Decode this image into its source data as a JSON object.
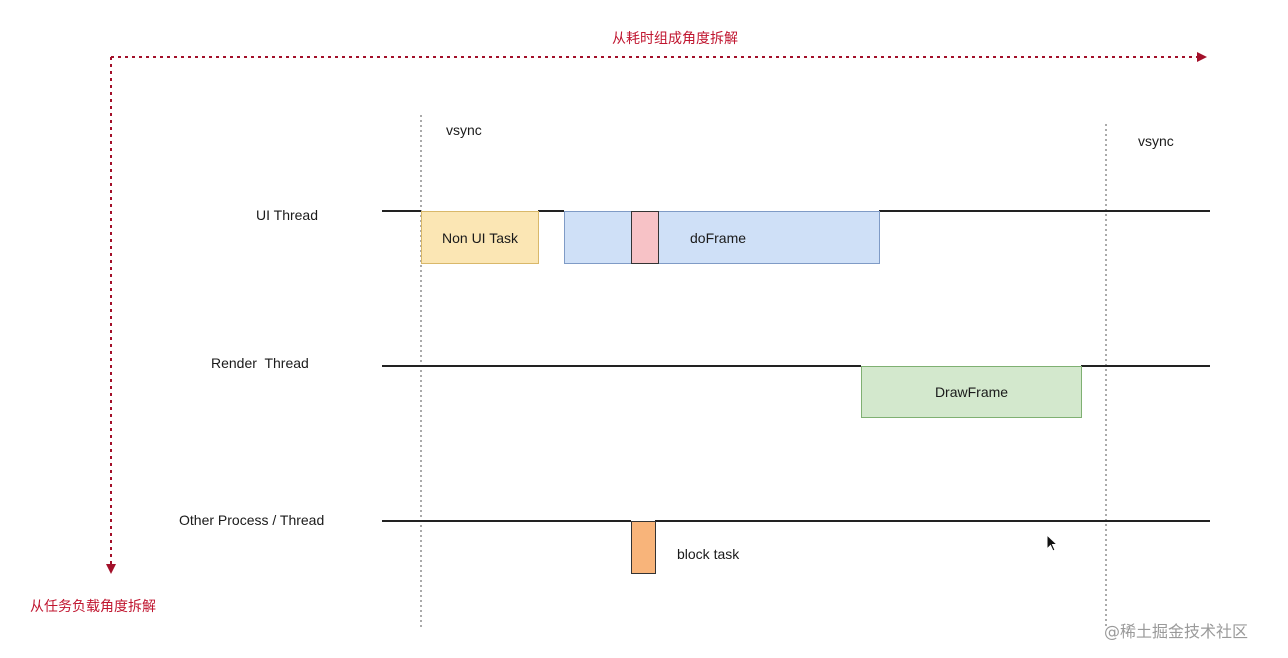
{
  "axes": {
    "time_label": "从耗时组成角度拆解",
    "task_label": "从任务负载角度拆解",
    "color": "#c0152f"
  },
  "vsync": {
    "left_label": "vsync",
    "right_label": "vsync"
  },
  "threads": {
    "ui": "UI Thread",
    "render": "Render  Thread",
    "other": "Other Process / Thread"
  },
  "tasks": {
    "non_ui_task": "Non UI Task",
    "do_frame": "doFrame",
    "draw_frame": "DrawFrame",
    "block_task": "block task"
  },
  "colors": {
    "non_ui_task": "#fbe6b4",
    "do_frame": "#cfe0f7",
    "blocked_slice": "#f7c2c6",
    "draw_frame": "#d3e8cd",
    "block_task": "#f8b47a"
  },
  "watermark": "@稀土掘金技术社区"
}
